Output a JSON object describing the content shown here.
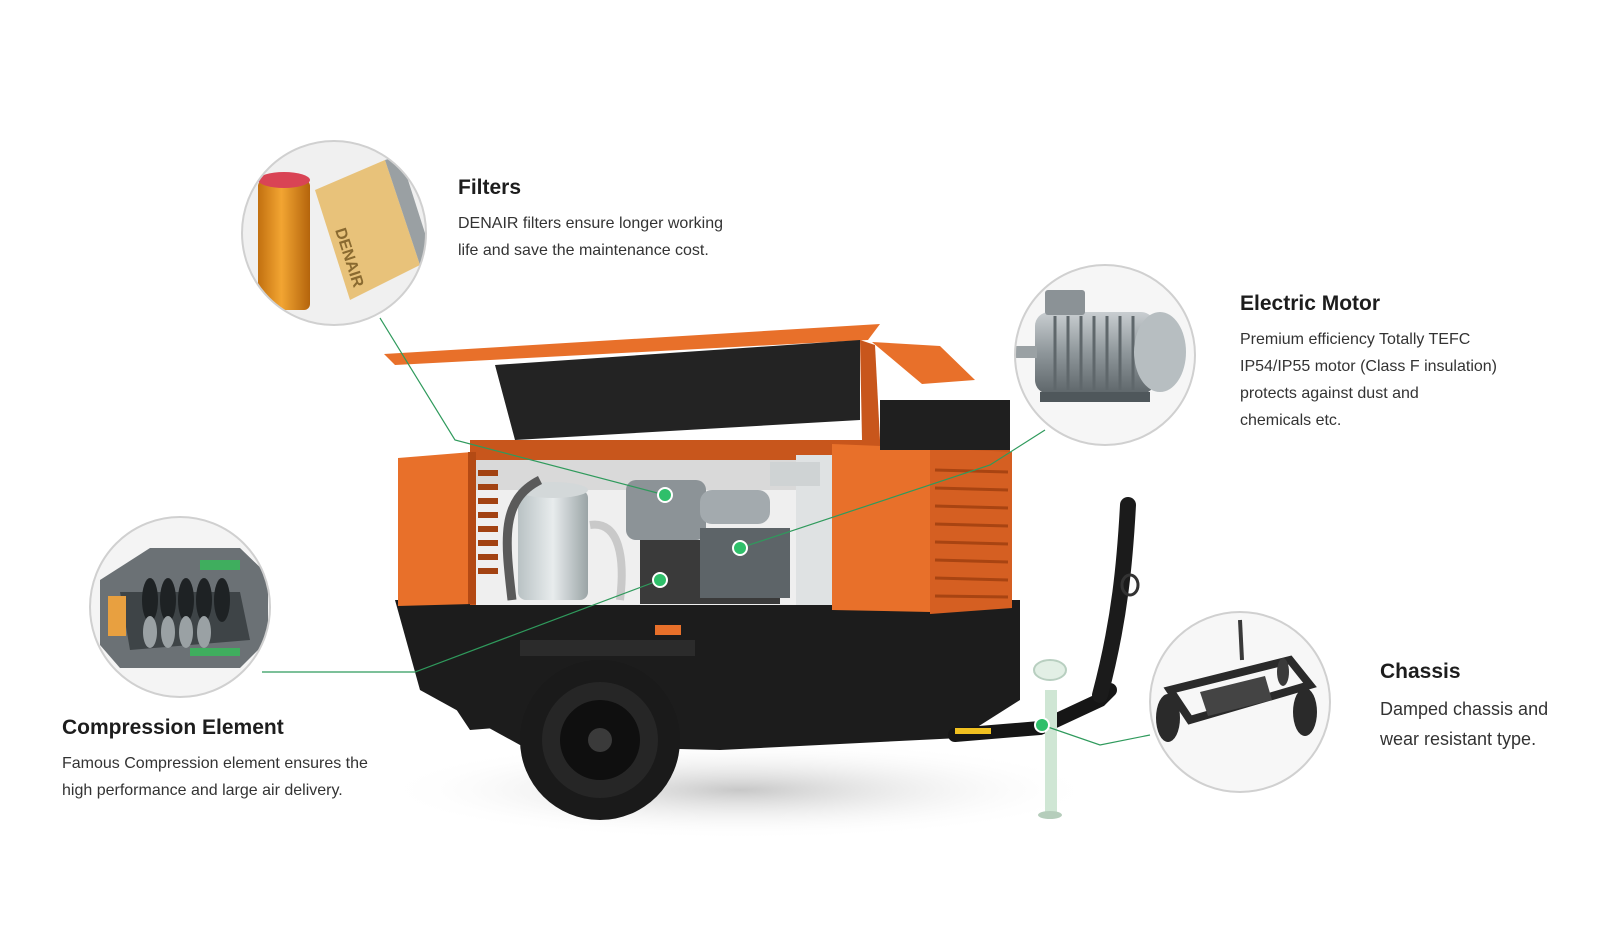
{
  "colors": {
    "body_orange": "#e8702a",
    "dark_orange": "#c8561c",
    "chassis_black": "#1c1c1c",
    "callout_line_green": "#2f9a5c",
    "marker_green": "#2fbf6a",
    "circle_border": "#d0d0d0"
  },
  "callouts": {
    "filters": {
      "title": "Filters",
      "text_1": "DENAIR filters ensure longer working",
      "text_2": "life and save the maintenance cost.",
      "filter_box_text": "DENAIR"
    },
    "motor": {
      "title": "Electric Motor",
      "text_1": "Premium efficiency Totally TEFC",
      "text_2": "IP54/IP55 motor (Class F insulation)",
      "text_3": "protects against dust and",
      "text_4": "chemicals etc."
    },
    "compression": {
      "title": "Compression Element",
      "text_1": "Famous Compression element ensures the",
      "text_2": "high performance and large air delivery."
    },
    "chassis": {
      "title": "Chassis",
      "text_1": "Damped chassis and",
      "text_2": "wear resistant type."
    }
  }
}
